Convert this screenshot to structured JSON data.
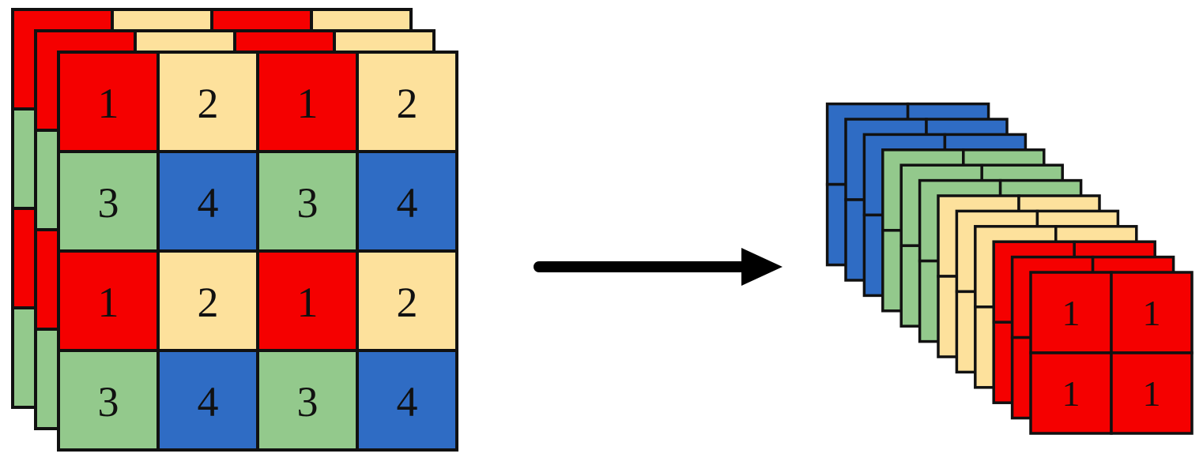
{
  "colors": {
    "1": "#f50000",
    "2": "#fde19c",
    "3": "#93c98c",
    "4": "#2f6cc4",
    "stroke": "#111111",
    "arrow": "#000000"
  },
  "input_grid": {
    "rows": [
      [
        "1",
        "2",
        "1",
        "2"
      ],
      [
        "3",
        "4",
        "3",
        "4"
      ],
      [
        "1",
        "2",
        "1",
        "2"
      ],
      [
        "3",
        "4",
        "3",
        "4"
      ]
    ],
    "depth": 3
  },
  "output_stack": {
    "slice_order_back_to_front": [
      "4",
      "4",
      "4",
      "3",
      "3",
      "3",
      "2",
      "2",
      "2",
      "1",
      "1",
      "1"
    ],
    "front_slice": [
      [
        "1",
        "1"
      ],
      [
        "1",
        "1"
      ]
    ]
  },
  "arrow": {
    "direction": "right"
  }
}
